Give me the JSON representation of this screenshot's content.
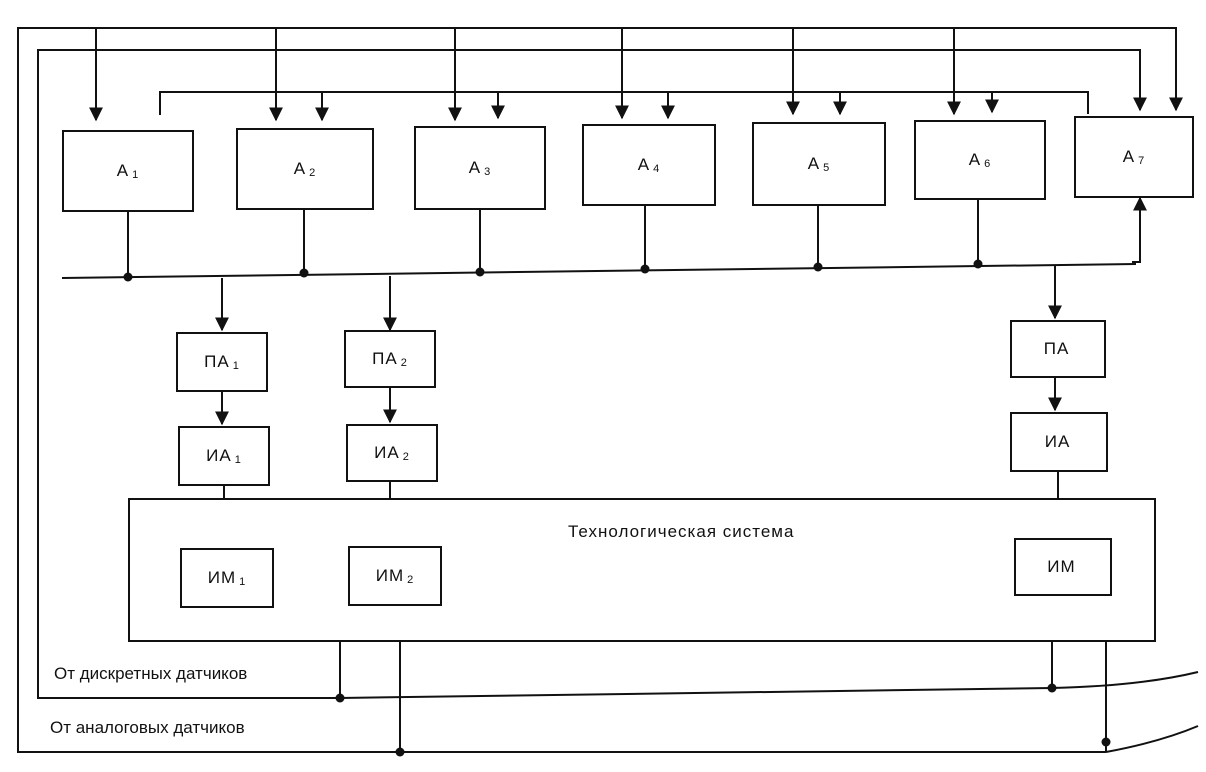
{
  "controllers": [
    {
      "id": "a1",
      "name": "А",
      "sub": "1"
    },
    {
      "id": "a2",
      "name": "А",
      "sub": "2"
    },
    {
      "id": "a3",
      "name": "А",
      "sub": "3"
    },
    {
      "id": "a4",
      "name": "А",
      "sub": "4"
    },
    {
      "id": "a5",
      "name": "А",
      "sub": "5"
    },
    {
      "id": "a6",
      "name": "А",
      "sub": "6"
    },
    {
      "id": "a7",
      "name": "А",
      "sub": "7"
    }
  ],
  "converters": [
    {
      "name": "ПА",
      "sub": "1"
    },
    {
      "name": "ПА",
      "sub": "2"
    },
    {
      "name": "ПА",
      "sub": ""
    }
  ],
  "amplifiers": [
    {
      "name": "ИА",
      "sub": "1"
    },
    {
      "name": "ИА",
      "sub": "2"
    },
    {
      "name": "ИА",
      "sub": ""
    }
  ],
  "actuators": [
    {
      "name": "ИМ",
      "sub": "1"
    },
    {
      "name": "ИМ",
      "sub": "2"
    },
    {
      "name": "ИМ",
      "sub": ""
    }
  ],
  "system_label": "Технологическая система",
  "discrete_label": "От дискретных датчиков",
  "analog_label": "От аналоговых датчиков",
  "line_color": "#111111"
}
